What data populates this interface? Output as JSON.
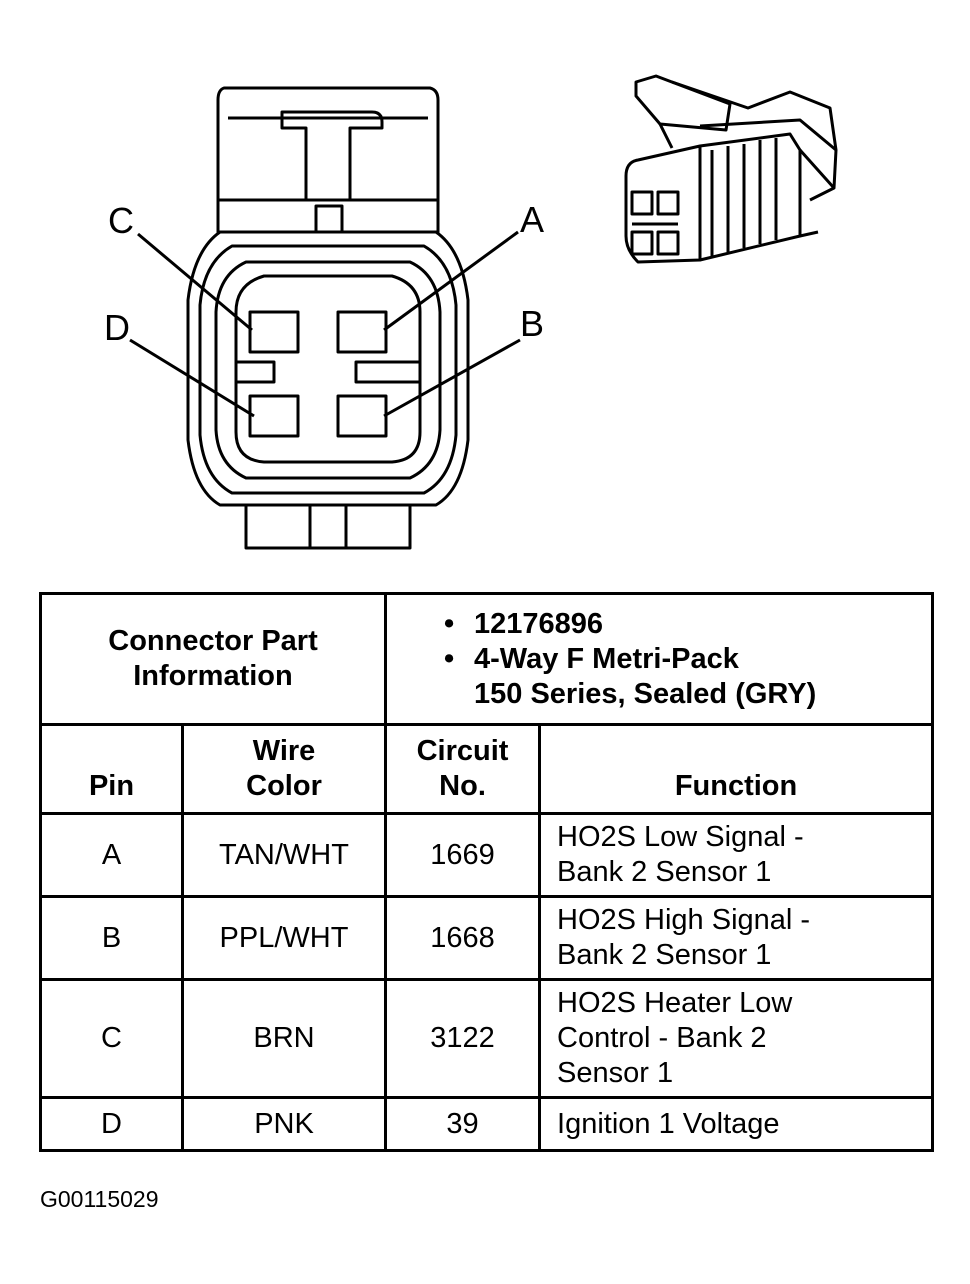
{
  "pin_labels": {
    "a": "A",
    "b": "B",
    "c": "C",
    "d": "D"
  },
  "table": {
    "part_info_label": "Connector Part Information",
    "part_number": "12176896",
    "connector_type_line1": "4-Way F Metri-Pack",
    "connector_type_line2": "150 Series, Sealed (GRY)",
    "headers": {
      "pin": "Pin",
      "wire_color_line1": "Wire",
      "wire_color_line2": "Color",
      "circuit_line1": "Circuit",
      "circuit_line2": "No.",
      "function": "Function"
    },
    "rows": [
      {
        "pin": "A",
        "wire_color": "TAN/WHT",
        "circuit": "1669",
        "function_lines": [
          "HO2S Low Signal -",
          "Bank 2 Sensor 1",
          ""
        ]
      },
      {
        "pin": "B",
        "wire_color": "PPL/WHT",
        "circuit": "1668",
        "function_lines": [
          "HO2S High Signal -",
          "Bank 2 Sensor 1",
          ""
        ]
      },
      {
        "pin": "C",
        "wire_color": "BRN",
        "circuit": "3122",
        "function_lines": [
          "HO2S Heater Low",
          "Control - Bank 2",
          "Sensor 1"
        ]
      },
      {
        "pin": "D",
        "wire_color": "PNK",
        "circuit": "39",
        "function_lines": [
          "Ignition 1 Voltage",
          "",
          ""
        ]
      }
    ]
  },
  "figure_id": "G00115029",
  "colors": {
    "ink": "#000000",
    "paper": "#ffffff"
  }
}
